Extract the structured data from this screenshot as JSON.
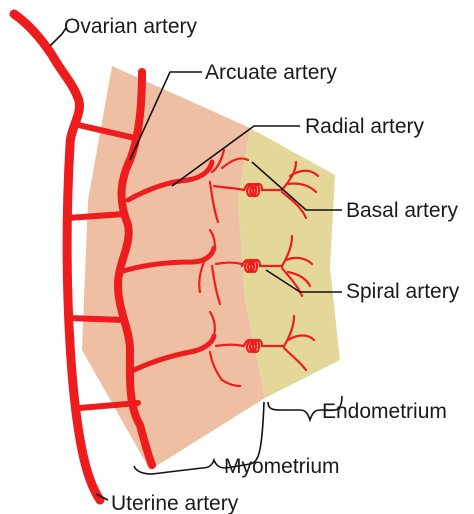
{
  "labels": {
    "ovarian": "Ovarian artery",
    "arcuate": "Arcuate artery",
    "radial": "Radial artery",
    "basal": "Basal artery",
    "spiral": "Spiral artery",
    "endometrium": "Endometrium",
    "myometrium": "Myometrium",
    "uterine": "Uterine artery"
  },
  "colors": {
    "artery": "#ee1c1c",
    "myometrium": "#efbfa3",
    "endometrium": "#e3d89a",
    "leader": "#111111"
  }
}
